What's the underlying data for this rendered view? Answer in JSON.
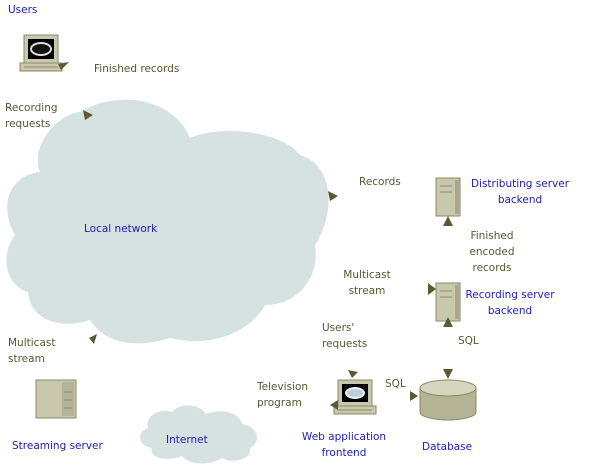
{
  "nodes": {
    "users": "Users",
    "local_network": "Local network",
    "distributing_server": [
      "Distributing server",
      "backend"
    ],
    "recording_server": [
      "Recording server",
      "backend"
    ],
    "streaming_server": "Streaming server",
    "internet": "Internet",
    "web_frontend": [
      "Web application",
      "frontend"
    ],
    "database": "Database"
  },
  "edges": {
    "finished_records": "Finished records",
    "recording_requests": [
      "Recording",
      "requests"
    ],
    "records": "Records",
    "finished_encoded_records": [
      "Finished",
      "encoded",
      "records"
    ],
    "multicast_stream_server": [
      "Multicast",
      "stream"
    ],
    "multicast_stream_left": [
      "Multicast",
      "stream"
    ],
    "users_requests": [
      "Users'",
      "requests"
    ],
    "sql_recording": "SQL",
    "television_program": [
      "Television",
      "program"
    ],
    "sql_database": "SQL"
  },
  "colors": {
    "node_label": "#1c1cb4",
    "edge_label": "#5a5630",
    "cloud_fill": "#d6e2e2",
    "device_fill": "#c9c8ac",
    "arrow": "#5a5a30"
  },
  "icons": {
    "users": "computer-icon",
    "distributing_server": "server-tower-icon",
    "recording_server": "server-tower-icon",
    "streaming_server": "server-box-icon",
    "web_frontend": "computer-icon",
    "database": "database-icon"
  }
}
